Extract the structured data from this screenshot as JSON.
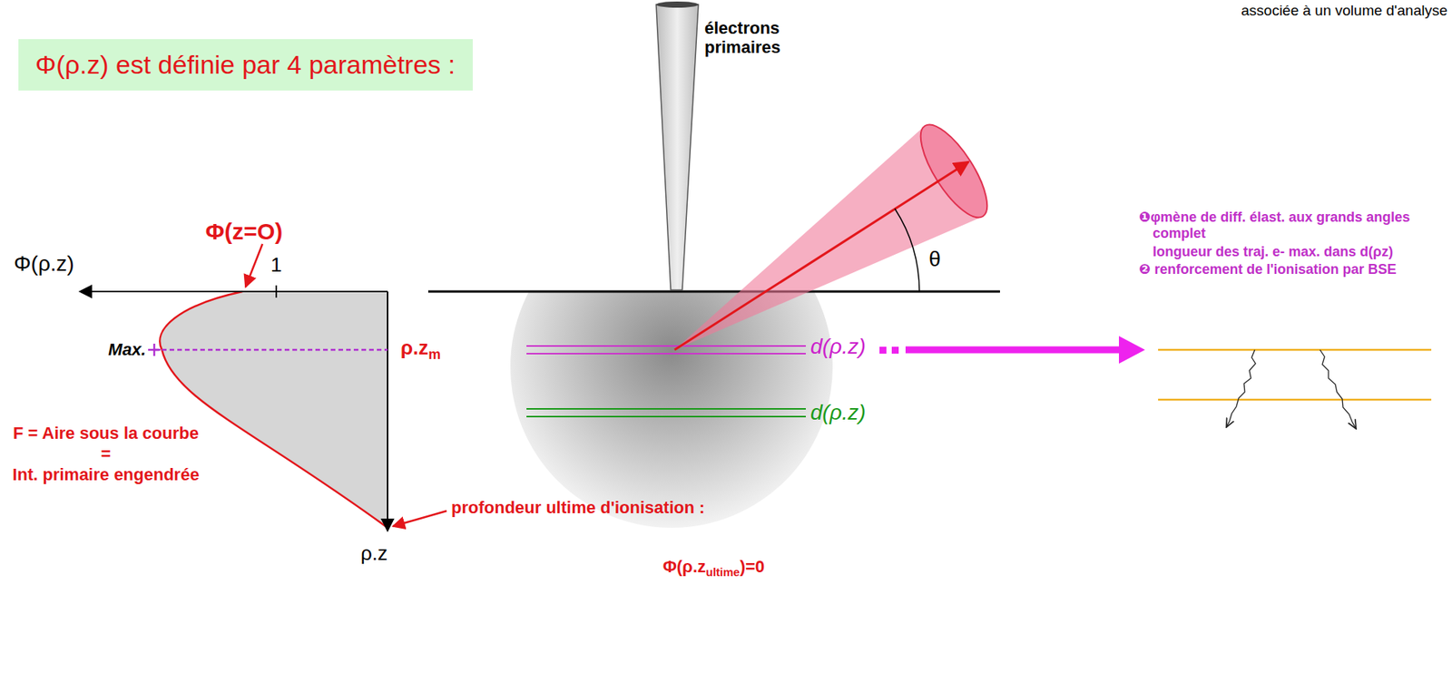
{
  "diagram": {
    "nodes": [
      {
        "text": [
          "Φ(ρ.z) est définie par 4 paramètres :"
        ]
      }
    ],
    "labels": [
      "associée à un volume d'analyse",
      "électrons primaires",
      "Φ(z=O)",
      "Φ(ρ.z)",
      "1",
      "Max.",
      "ρ.z",
      "m",
      "d(ρ.z)",
      "d(ρ.z)",
      "θ",
      "❶φmène de diff. élast. aux grands angles complet",
      "longueur des traj. e- max. dans d(ρz)",
      "❷ renforcement de l'ionisation par BSE",
      "F = Aire sous la courbe",
      "=",
      "Int. primaire engendrée",
      "profondeur ultime d'ionisation :",
      "Φ(ρ.z",
      "ultime",
      ")=0",
      "ρ.z"
    ]
  }
}
